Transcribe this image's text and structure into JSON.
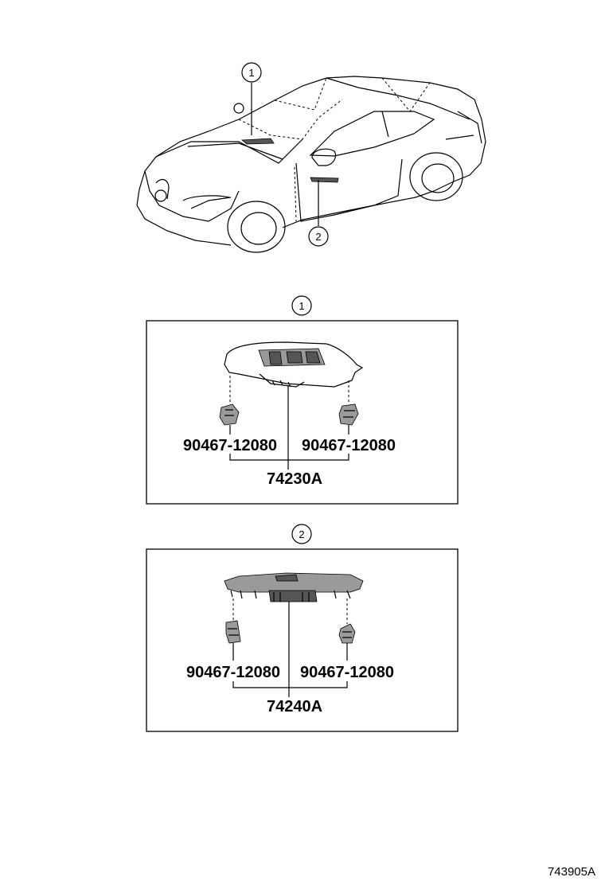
{
  "callouts": {
    "one": "1",
    "two": "2"
  },
  "panel1": {
    "callout": "1",
    "left_clip": "90467-12080",
    "right_clip": "90467-12080",
    "assembly": "74230A"
  },
  "panel2": {
    "callout": "2",
    "left_clip": "90467-12080",
    "right_clip": "90467-12080",
    "assembly": "74240A"
  },
  "diagram_id": "743905A"
}
